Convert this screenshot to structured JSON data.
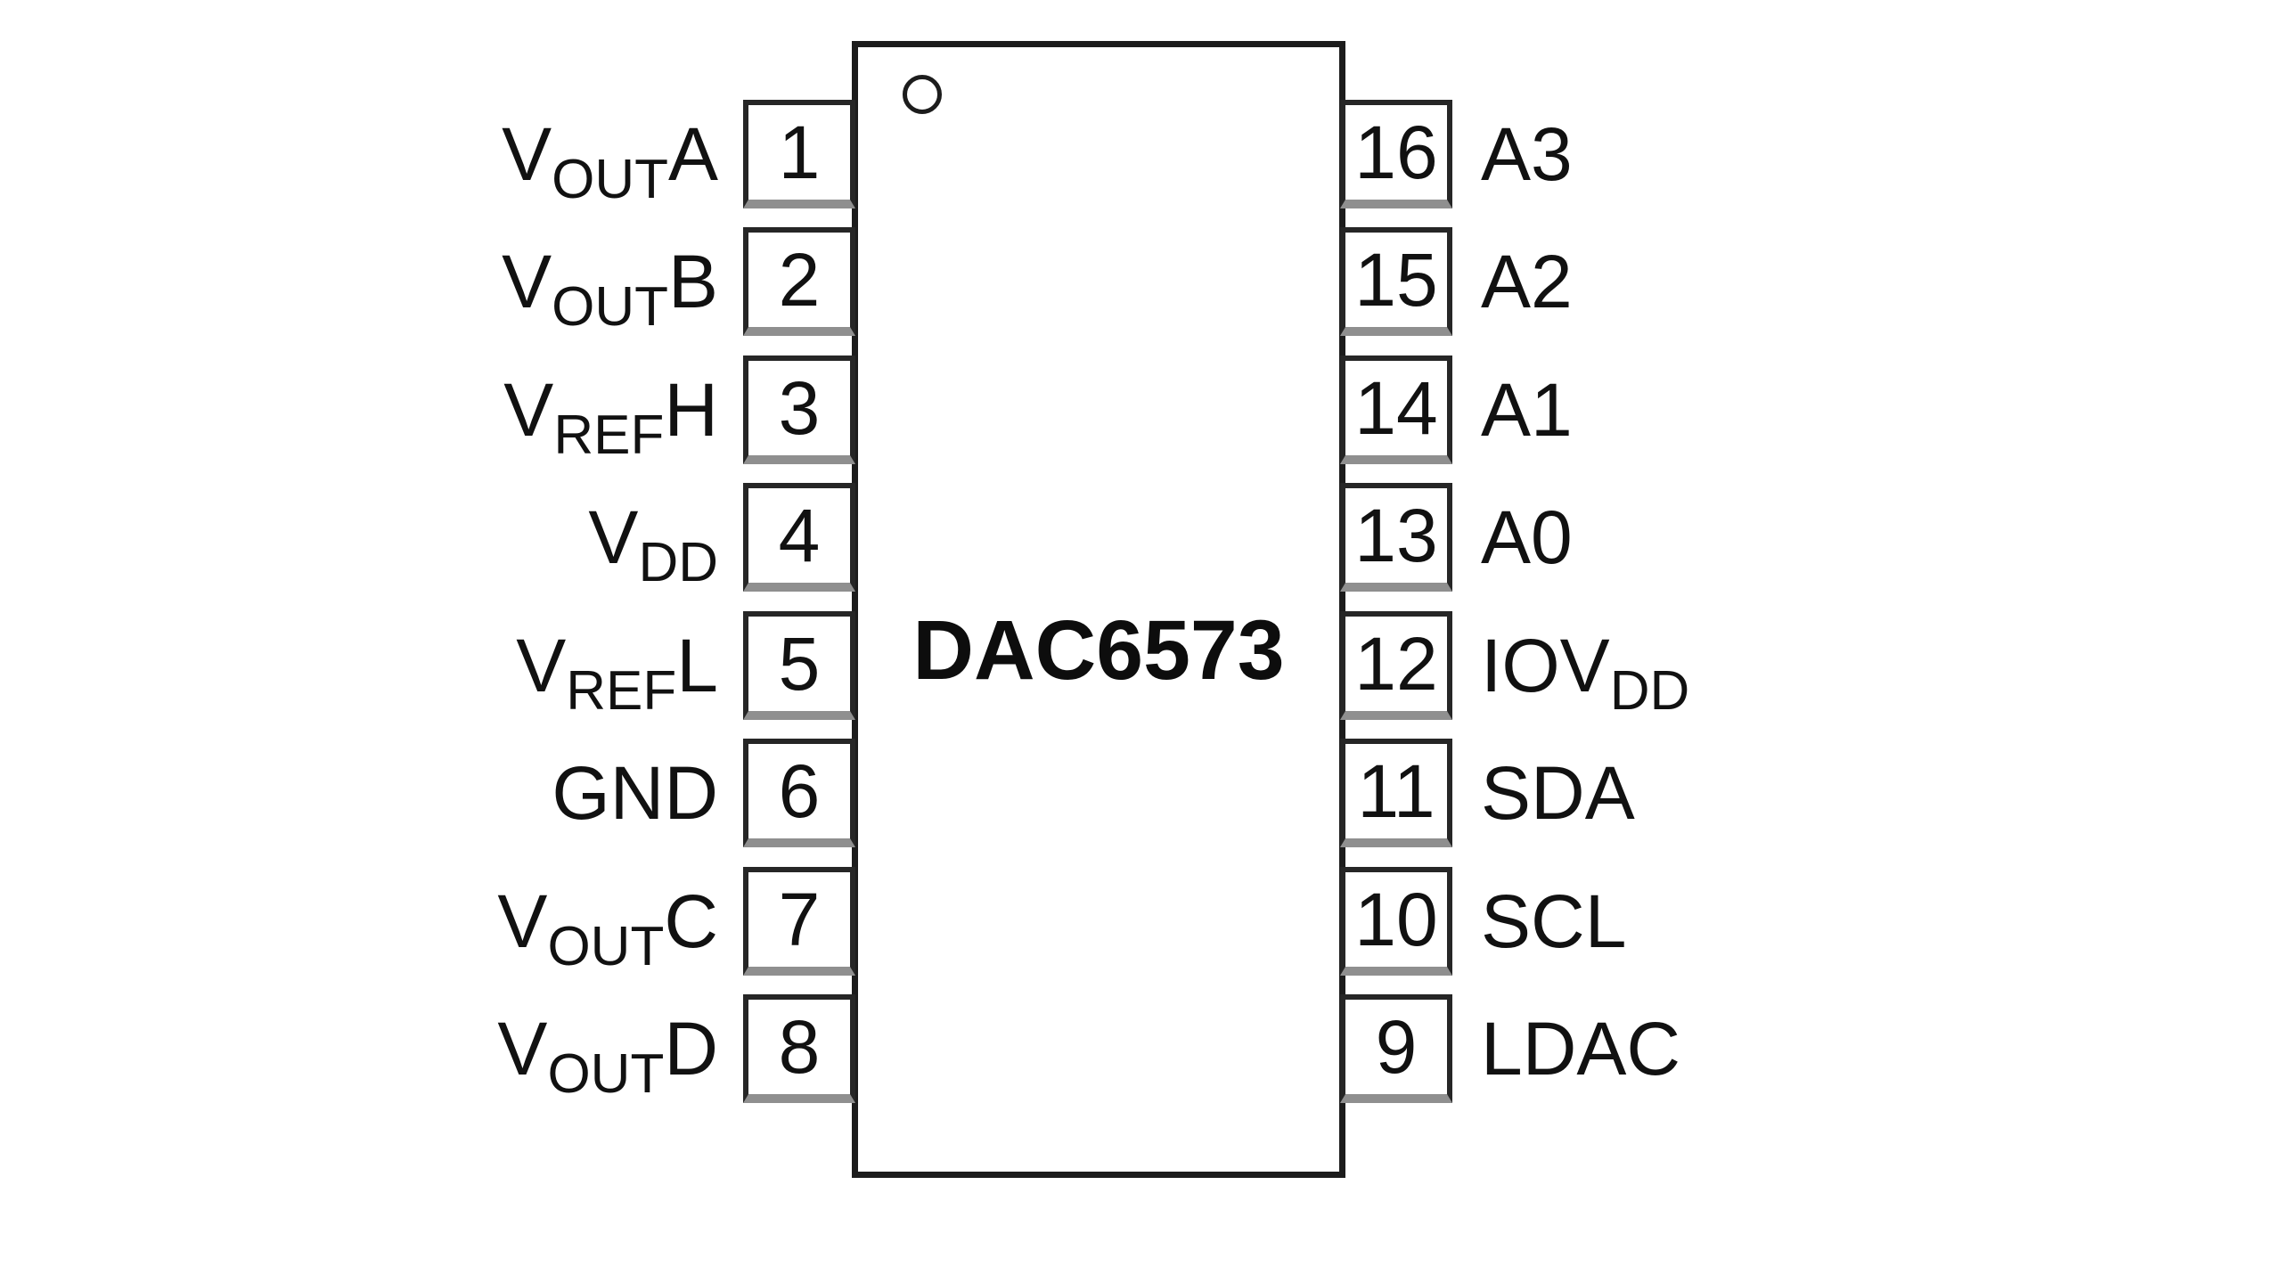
{
  "figure": {
    "title": "pin-configuration-diagram",
    "chip_name": "DAC6573",
    "pin1_indicator": "circle-icon",
    "colors": {
      "ink": "#111111",
      "line": "#1c1c1c",
      "bevel_gray": "#8f8f8f",
      "background": "#ffffff"
    },
    "left_pins": [
      {
        "num": "1",
        "label": [
          {
            "t": "V"
          },
          {
            "t": "OUT",
            "sub": true
          },
          {
            "t": "A"
          }
        ]
      },
      {
        "num": "2",
        "label": [
          {
            "t": "V"
          },
          {
            "t": "OUT",
            "sub": true
          },
          {
            "t": "B"
          }
        ]
      },
      {
        "num": "3",
        "label": [
          {
            "t": "V"
          },
          {
            "t": "REF",
            "sub": true
          },
          {
            "t": "H"
          }
        ]
      },
      {
        "num": "4",
        "label": [
          {
            "t": "V"
          },
          {
            "t": "DD",
            "sub": true
          }
        ]
      },
      {
        "num": "5",
        "label": [
          {
            "t": "V"
          },
          {
            "t": "REF",
            "sub": true
          },
          {
            "t": "L"
          }
        ]
      },
      {
        "num": "6",
        "label": [
          {
            "t": "GND"
          }
        ]
      },
      {
        "num": "7",
        "label": [
          {
            "t": "V"
          },
          {
            "t": "OUT",
            "sub": true
          },
          {
            "t": "C"
          }
        ]
      },
      {
        "num": "8",
        "label": [
          {
            "t": "V"
          },
          {
            "t": "OUT",
            "sub": true
          },
          {
            "t": "D"
          }
        ]
      }
    ],
    "right_pins": [
      {
        "num": "16",
        "label": [
          {
            "t": "A3"
          }
        ]
      },
      {
        "num": "15",
        "label": [
          {
            "t": "A2"
          }
        ]
      },
      {
        "num": "14",
        "label": [
          {
            "t": "A1"
          }
        ]
      },
      {
        "num": "13",
        "label": [
          {
            "t": "A0"
          }
        ]
      },
      {
        "num": "12",
        "label": [
          {
            "t": "IOV"
          },
          {
            "t": "DD",
            "sub": true
          }
        ]
      },
      {
        "num": "11",
        "label": [
          {
            "t": "SDA"
          }
        ]
      },
      {
        "num": "10",
        "label": [
          {
            "t": "SCL"
          }
        ]
      },
      {
        "num": "9",
        "label": [
          {
            "t": "LDAC"
          }
        ]
      }
    ]
  }
}
